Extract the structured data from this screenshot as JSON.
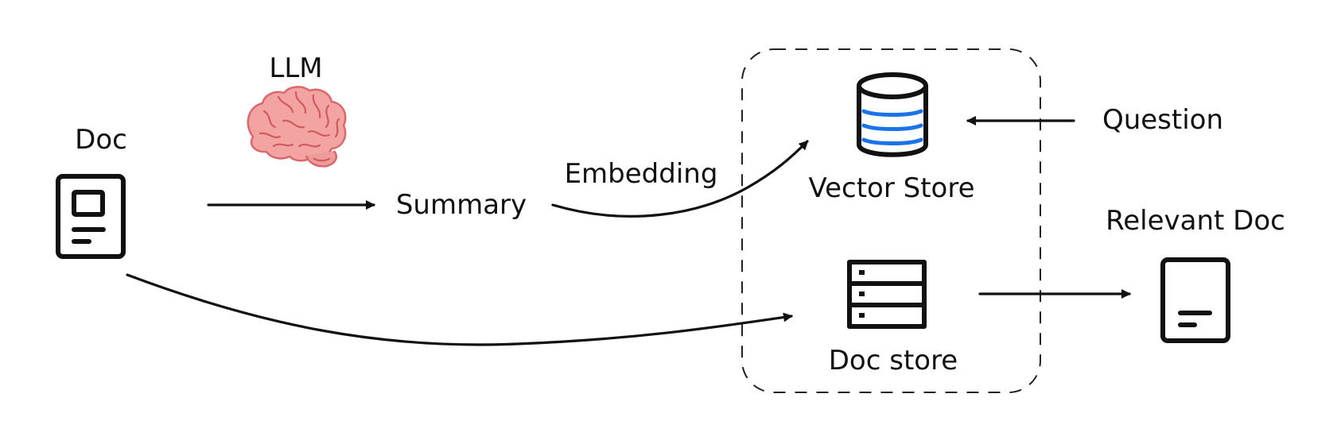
{
  "labels": {
    "llm": "LLM",
    "doc": "Doc",
    "summary": "Summary",
    "embedding": "Embedding",
    "vector_store": "Vector Store",
    "question": "Question",
    "relevant_doc": "Relevant Doc",
    "doc_store": "Doc store"
  },
  "colors": {
    "stroke": "#111111",
    "brain_fill": "#f4a3a3",
    "brain_stroke": "#d9676b",
    "db_stripes": "#1a73e8"
  },
  "icons": {
    "llm": "brain-icon",
    "doc": "document-icon",
    "vector_store": "database-icon",
    "doc_store": "server-icon",
    "relevant_doc": "document-icon"
  }
}
